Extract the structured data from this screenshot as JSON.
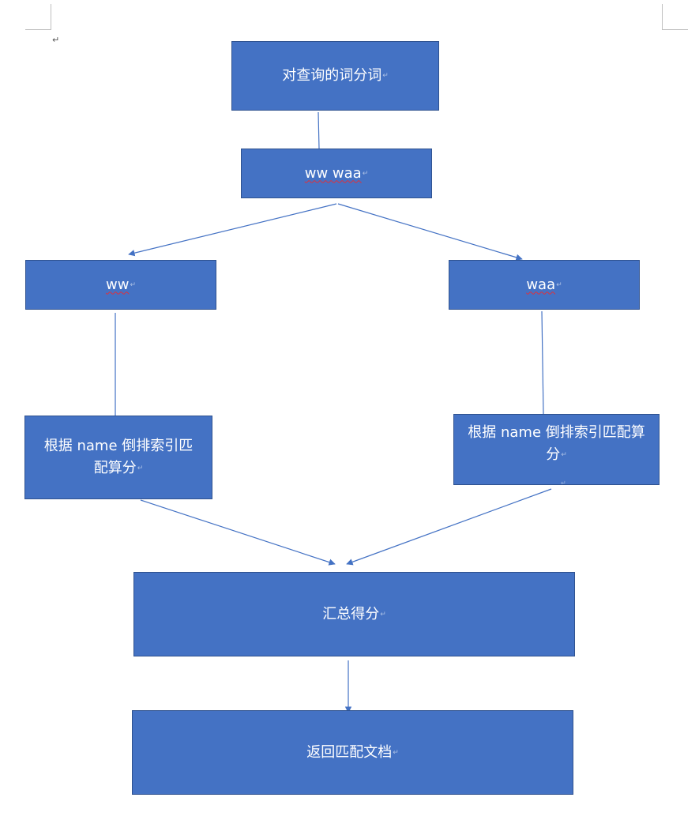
{
  "document": {
    "paragraph_mark": "↵"
  },
  "nodes": {
    "tokenize": "对查询的词分词",
    "query_terms": "ww waa",
    "term_ww": "ww",
    "term_waa": "waa",
    "match_left": "根据 name 倒排索引匹配算分",
    "match_right": "根据 name 倒排索引匹配算分",
    "sum_score": "汇总得分",
    "return_docs": "返回匹配文档"
  },
  "colors": {
    "box_fill": "#4472c4",
    "box_border": "#2f528f",
    "connector": "#4472c4",
    "spellcheck_underline": "#e0303a"
  }
}
